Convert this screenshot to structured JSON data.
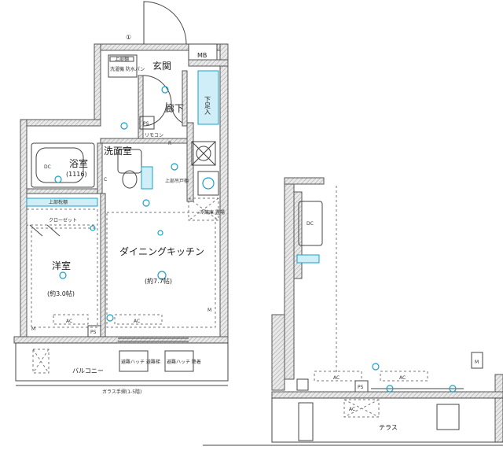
{
  "rooms": {
    "entrance": "玄関",
    "hallway": "廊下",
    "mb": "MB",
    "washroom": "洗面室",
    "bath": "浴室",
    "bath_size": "(1116)",
    "western_room": "洋室",
    "western_size": "(約3.0帖)",
    "dining_kitchen": "ダイニングキッチン",
    "dining_size": "(約7.7帖)",
    "balcony": "バルコニー",
    "terrace": "テラス"
  },
  "labels": {
    "closet": "クローゼット",
    "upper_shelf_closet": "上部枕棚",
    "upper_shelf_kitchen": "上部吊戸棚",
    "shoe_box": "下足入",
    "laundry_pan": "洗濯機\n防水パン",
    "laundry_top": "上部棚",
    "fridge": "冷蔵庫\n置場",
    "evac_hatch_1": "避難ハッチ\n避難梯",
    "evac_hatch_2": "避難ハッチ\n降着",
    "glass_rail": "ガラス手摺(1-5階)",
    "ps": "PS",
    "ac": "AC",
    "r": "R",
    "c": "C",
    "m": "M",
    "dc": "DC",
    "circle_num": "①",
    "intercom": "リモコン"
  }
}
